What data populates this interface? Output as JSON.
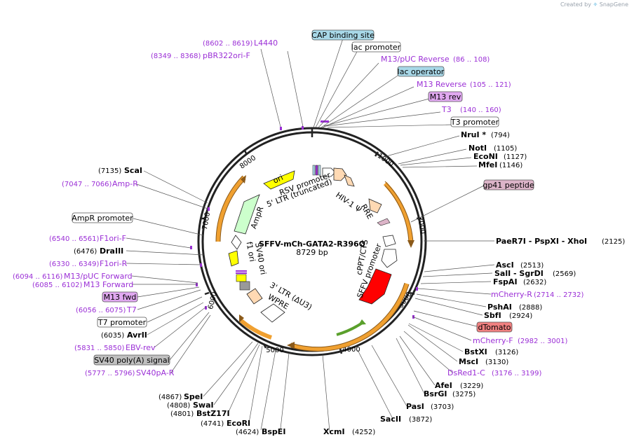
{
  "header": {
    "created_by": "Created by",
    "brand": "SnapGene"
  },
  "plasmid": {
    "name": "SFFV-mCh-GATA2-R396Q",
    "length_label": "8729 bp",
    "length": 8729
  },
  "ticks": [
    {
      "label": "1000",
      "bp": 1000
    },
    {
      "label": "2000",
      "bp": 2000
    },
    {
      "label": "3000",
      "bp": 3000
    },
    {
      "label": "4000",
      "bp": 4000
    },
    {
      "label": "5000",
      "bp": 5000
    },
    {
      "label": "6000",
      "bp": 6000
    },
    {
      "label": "7000",
      "bp": 7000
    },
    {
      "label": "8000",
      "bp": 8000
    }
  ],
  "sites_right": [
    {
      "name": "NruI *",
      "pos": "(794)"
    },
    {
      "name": "NotI",
      "pos": "(1105)"
    },
    {
      "name": "EcoNI",
      "pos": "(1127)"
    },
    {
      "name": "MfeI",
      "pos": "(1146)"
    },
    {
      "name": "PaeR7I - PspXI - XhoI",
      "pos": "(2125)"
    },
    {
      "name": "AscI",
      "pos": "(2513)"
    },
    {
      "name": "SalI - SgrDI",
      "pos": "(2569)"
    },
    {
      "name": "FspAI",
      "pos": "(2632)"
    },
    {
      "name": "PshAI",
      "pos": "(2888)"
    },
    {
      "name": "SbfI",
      "pos": "(2924)"
    },
    {
      "name": "BstXI",
      "pos": "(3126)"
    },
    {
      "name": "MscI",
      "pos": "(3130)"
    },
    {
      "name": "AfeI",
      "pos": "(3229)"
    },
    {
      "name": "BsrGI",
      "pos": "(3275)"
    },
    {
      "name": "PasI",
      "pos": "(3703)"
    },
    {
      "name": "SacII",
      "pos": "(3872)"
    },
    {
      "name": "XcmI",
      "pos": "(4252)"
    }
  ],
  "sites_left": [
    {
      "name": "ScaI",
      "pos": "(7135)"
    },
    {
      "name": "DraIII",
      "pos": "(6476)"
    },
    {
      "name": "AvrII",
      "pos": "(6035)"
    },
    {
      "name": "SpeI",
      "pos": "(4867)"
    },
    {
      "name": "SwaI",
      "pos": "(4808)"
    },
    {
      "name": "BstZ17I",
      "pos": "(4801)"
    },
    {
      "name": "EcoRI",
      "pos": "(4741)"
    },
    {
      "name": "BspEI",
      "pos": "(4624)"
    }
  ],
  "primers_top": [
    {
      "name": "L4440",
      "pos": "(8602 .. 8619)"
    },
    {
      "name": "pBR322ori-F",
      "pos": "(8349 .. 8368)"
    }
  ],
  "primers_right": [
    {
      "name": "M13/pUC Reverse",
      "pos": "(86 .. 108)"
    },
    {
      "name": "M13 Reverse",
      "pos": "(105 .. 121)"
    },
    {
      "name": "T3",
      "pos": "(140 .. 160)"
    },
    {
      "name": "mCherry-R",
      "pos": "(2714 .. 2732)"
    },
    {
      "name": "mCherry-F",
      "pos": "(2982 .. 3001)"
    },
    {
      "name": "DsRed1-C",
      "pos": "(3176 .. 3199)"
    }
  ],
  "primers_left": [
    {
      "name": "Amp-R",
      "pos": "(7047 .. 7066)"
    },
    {
      "name": "F1ori-F",
      "pos": "(6540 .. 6561)"
    },
    {
      "name": "F1ori-R",
      "pos": "(6330 .. 6349)"
    },
    {
      "name": "M13/pUC Forward",
      "pos": "(6094 .. 6116)"
    },
    {
      "name": "M13 Forward",
      "pos": "(6085 .. 6102)"
    },
    {
      "name": "T7",
      "pos": "(6056 .. 6075)"
    },
    {
      "name": "EBV-rev",
      "pos": "(5831 .. 5850)"
    },
    {
      "name": "SV40pA-R",
      "pos": "(5777 .. 5796)"
    }
  ],
  "boxed": {
    "cap_binding_site": "CAP binding site",
    "lac_promoter": "lac promoter",
    "lac_operator": "lac operator",
    "m13_rev": "M13 rev",
    "t3_promoter": "T3 promoter",
    "gp41_peptide": "gp41 peptide",
    "dtomato": "dTomato",
    "ampr_promoter": "AmpR promoter",
    "m13_fwd": "M13 fwd",
    "t7_promoter": "T7 promoter",
    "sv40_polya": "SV40 poly(A) signal"
  },
  "features": {
    "rsv_promoter": "RSV promoter",
    "ltr5": "5' LTR (truncated)",
    "hiv_psi": "HIV-1 Ψ",
    "rre": "RRE",
    "cppt": "cPPT/CTS",
    "sffv": "SFFV promoter",
    "ltr3": "3' LTR (ΔU3)",
    "wpre": "WPRE",
    "sv40_ori": "SV40 ori",
    "f1_ori": "f1 ori",
    "ampr": "AmpR",
    "ori": "ori"
  },
  "colors": {
    "backbone": "#222222",
    "primer": "#9b2fd6",
    "orange_arc": "#f0a030",
    "yellow_feature": "#ffff00",
    "green_feature": "#ccffcc",
    "red_feature": "#ff0000",
    "peach_feature": "#ffd9b3",
    "grey_feature": "#999999",
    "cyan_box": "#a8d8e8",
    "purple_box": "#e0a8f0",
    "pink_box": "#dcb4c8",
    "salmon_box": "#f08080",
    "grey_box": "#bfbfbf"
  }
}
